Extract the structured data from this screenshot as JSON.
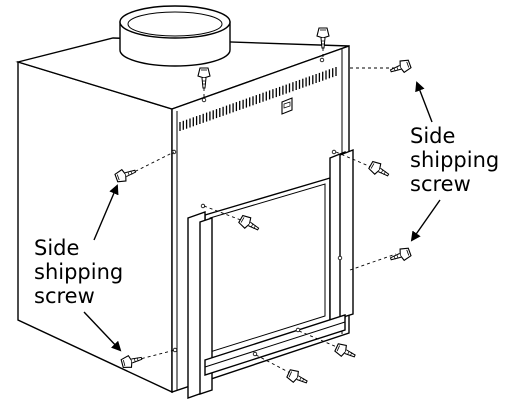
{
  "labels": {
    "right": [
      "Side",
      "shipping",
      "screw"
    ],
    "left": [
      "Side",
      "shipping",
      "screw"
    ]
  },
  "colors": {
    "line": "#000000",
    "background": "#ffffff"
  },
  "icons": [
    "screw-icon",
    "switch-icon",
    "arrow-icon"
  ]
}
